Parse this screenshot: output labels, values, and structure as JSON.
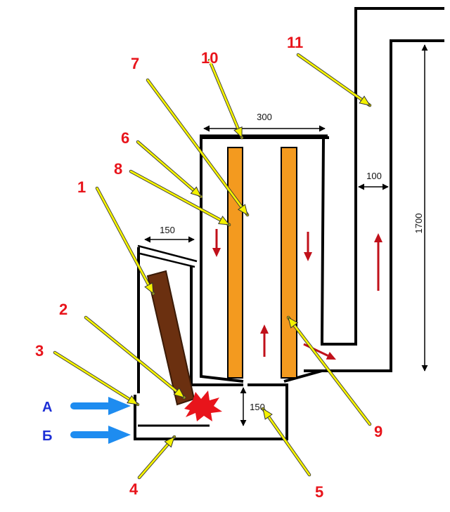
{
  "colors": {
    "outline": "#000000",
    "callout_text": "#e8141b",
    "leader_line": "#f4f200",
    "insulation": "#f39a1f",
    "wood": "#6b3010",
    "flame": "#e8141b",
    "flow_arrow": "#c0101a",
    "inlet_arrow": "#1e8cf0",
    "inlet_text": "#1d2fd6"
  },
  "callouts": [
    "1",
    "2",
    "3",
    "4",
    "5",
    "6",
    "7",
    "8",
    "9",
    "10",
    "11"
  ],
  "inlets": {
    "a": "А",
    "b": "Б"
  },
  "dimensions": {
    "top_width": "300",
    "hopper_width": "150",
    "chimney_gap": "100",
    "chimney_height": "1700",
    "firebox_height": "150"
  },
  "icons": {
    "flow": "arrow-icon",
    "flame": "flame-icon",
    "wood": "firewood-icon"
  }
}
